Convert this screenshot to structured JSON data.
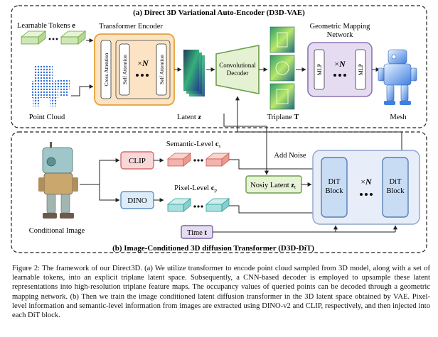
{
  "vae": {
    "title": "(a) Direct 3D Variational Auto-Encoder (D3D-VAE)",
    "learnable_tokens": "Learnable Tokens",
    "learnable_tokens_sym": "e",
    "point_cloud": "Point Cloud",
    "transformer_encoder": "Transformer Encoder",
    "cross_attention": "Cross Attention",
    "self_attention": "Self Attention",
    "times": "×",
    "n": "N",
    "latent": "Latent",
    "latent_sym": "z",
    "conv_decoder_line1": "Convolutional",
    "conv_decoder_line2": "Decoder",
    "triplane": "Triplane",
    "triplane_sym": "T",
    "gmn_line1": "Geometric Mapping",
    "gmn_line2": "Network",
    "mlp": "MLP",
    "mesh": "Mesh"
  },
  "dit": {
    "title": "(b) Image-Conditioned 3D diffusion Transformer (D3D-DiT)",
    "conditional_image": "Conditional Image",
    "clip": "CLIP",
    "dino": "DINO",
    "semantic_level": "Semantic-Level",
    "semantic_sym": "c",
    "semantic_sub": "s",
    "pixel_level": "Pixel-Level",
    "pixel_sym": "c",
    "pixel_sub": "p",
    "add_noise": "Add Noise",
    "noisy_latent": "Nosiy Latent",
    "noisy_sym": "z",
    "noisy_sub": "t",
    "time": "Time",
    "time_sym": "t",
    "dit_line1": "DiT",
    "dit_line2": "Block",
    "times": "×",
    "n": "N"
  },
  "caption": "Figure 2: The framework of our Direct3D. (a) We utilize transformer to encode point cloud sampled from 3D model, along with a set of learnable tokens, into an explicit triplane latent space. Subsequently, a CNN-based decoder is employed to upsample these latent representations into high-resolution triplane feature maps. The occupancy values of queried points can be decoded through a geometric mapping network. (b) Then we train the image conditioned latent diffusion transformer in the 3D latent space obtained by VAE. Pixel-level information and semantic-level information from images are extracted using DINO-v2 and CLIP, respectively, and then injected into each DiT block.",
  "colors": {
    "encoder_fill": "#fbe3c4",
    "encoder_stroke": "#e6a13a",
    "decoder_fill": "#e4f1d2",
    "decoder_stroke": "#6e9e4a",
    "mlp_fill": "#e5dcf1",
    "mlp_stroke": "#8e74b4",
    "clip_fill": "#f7d7d7",
    "clip_stroke": "#d66b6b",
    "dino_fill": "#dcecf8",
    "dino_stroke": "#5e90c4",
    "noisy_fill": "#e6f3d6",
    "noisy_stroke": "#6e9e4a",
    "dit_panel_fill": "#e8eef9",
    "dit_panel_stroke": "#8fa3cf",
    "dit_block_fill": "#c8dcf3",
    "dit_block_stroke": "#5a7fb5",
    "time_fill": "#e5dcf1",
    "time_stroke": "#7763a3",
    "token_green": "#cfe7b6",
    "token_red": "#f4b3ad",
    "token_teal": "#a7e0df",
    "point_blue": "#2f6fdd"
  },
  "icons": [
    "point-cloud-icon",
    "mesh-robot-icon",
    "robot-image-icon",
    "latent-map-icon",
    "triplane-icon"
  ]
}
